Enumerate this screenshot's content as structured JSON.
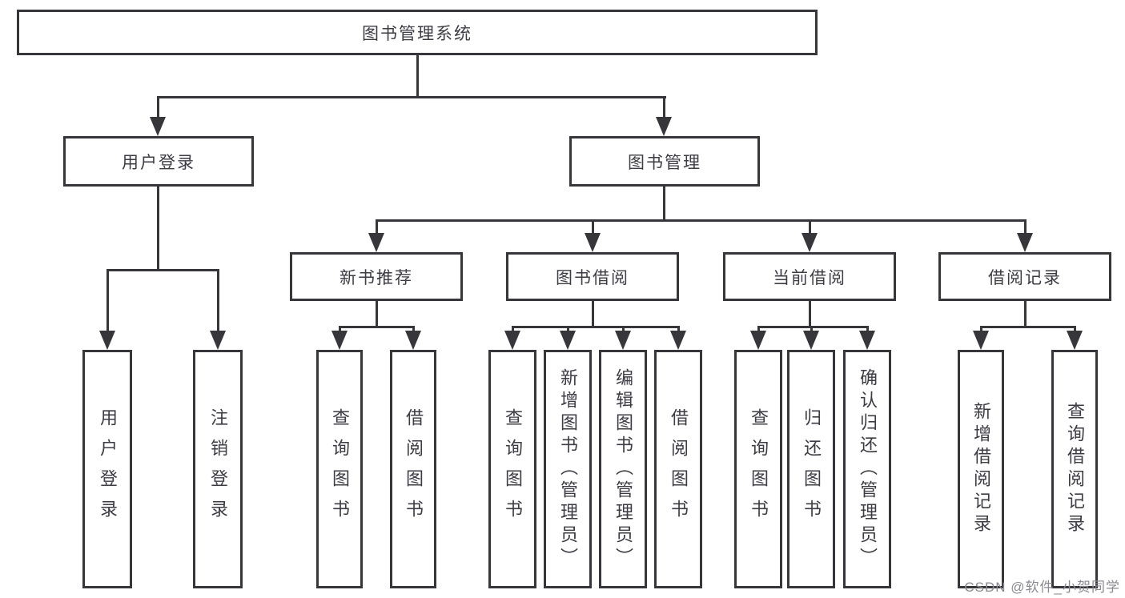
{
  "title": "图书管理系统",
  "user_login": {
    "label": "用户登录",
    "leaves": [
      "用户登录",
      "注销登录"
    ]
  },
  "book_management": {
    "label": "图书管理",
    "sections": [
      {
        "label": "新书推荐",
        "leaves": [
          "查询图书",
          "借阅图书"
        ]
      },
      {
        "label": "图书借阅",
        "leaves": [
          "查询图书",
          "新增图书（管理员）",
          "编辑图书（管理员）",
          "借阅图书"
        ]
      },
      {
        "label": "当前借阅",
        "leaves": [
          "查询图书",
          "归还图书",
          "确认归还（管理员）"
        ]
      },
      {
        "label": "借阅记录",
        "leaves": [
          "新增借阅记录",
          "查询借阅记录"
        ]
      }
    ]
  },
  "watermark": "CSDN @软件_小贺同学",
  "colors": {
    "line": "#37373b",
    "text": "#3c3c44",
    "watermark": "#8a8a92",
    "background": "#ffffff"
  }
}
